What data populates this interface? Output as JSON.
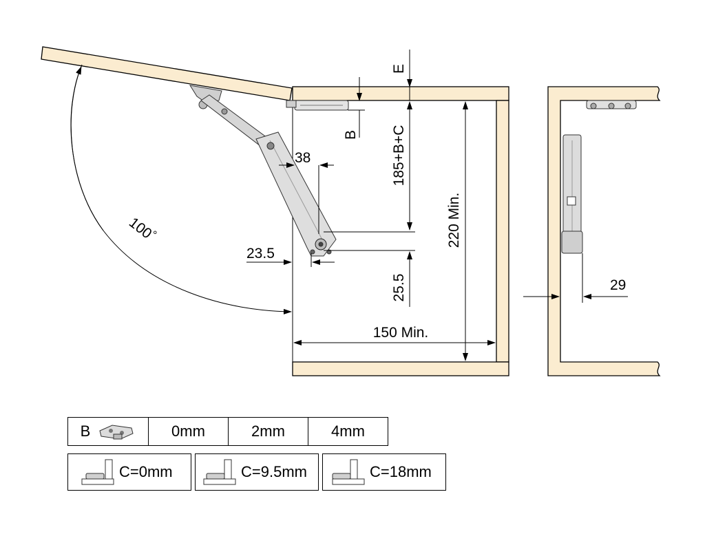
{
  "dimensions": {
    "E": "E",
    "B": "B",
    "bc": "185+B+C",
    "d38": "38",
    "d220": "220 Min.",
    "angle": "100",
    "degree": "°",
    "d23": "23.5",
    "d25": "25.5",
    "d150": "150 Min.",
    "d29": "29"
  },
  "table_b": {
    "header": "B",
    "values": [
      "0mm",
      "2mm",
      "4mm"
    ]
  },
  "table_c": {
    "items": [
      "C=0mm",
      "C=9.5mm",
      "C=18mm"
    ]
  },
  "colors": {
    "panel_fill": "#fbecd0",
    "panel_stroke": "#000000",
    "mechanism_fill": "#dcdcdc",
    "mechanism_dark": "#8a8a8a"
  }
}
